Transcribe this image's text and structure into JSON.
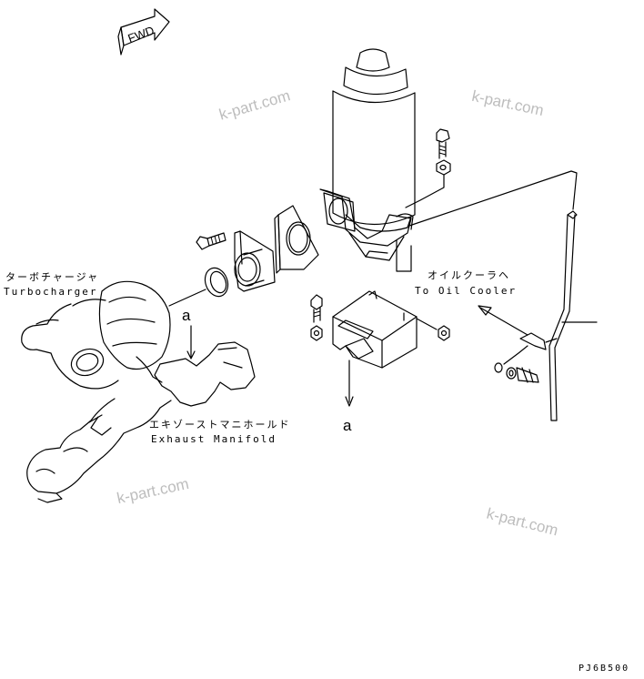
{
  "fwd_label": "FWD",
  "labels": {
    "turbo_jp": "ターボチャージャ",
    "turbo_en": "Turbocharger",
    "exhaust_jp": "エキゾーストマニホールド",
    "exhaust_en": "Exhaust Manifold",
    "oil_jp": "オイルクーラヘ",
    "oil_en": "To Oil Cooler",
    "ref_a_upper": "a",
    "ref_a_lower": "a"
  },
  "watermarks": [
    "k-part.com",
    "k-part.com",
    "k-part.com",
    "k-part.com"
  ],
  "drawing_code": "PJ6B500",
  "colors": {
    "line": "#000000",
    "watermark": "#bdbdbd",
    "background": "#ffffff"
  }
}
